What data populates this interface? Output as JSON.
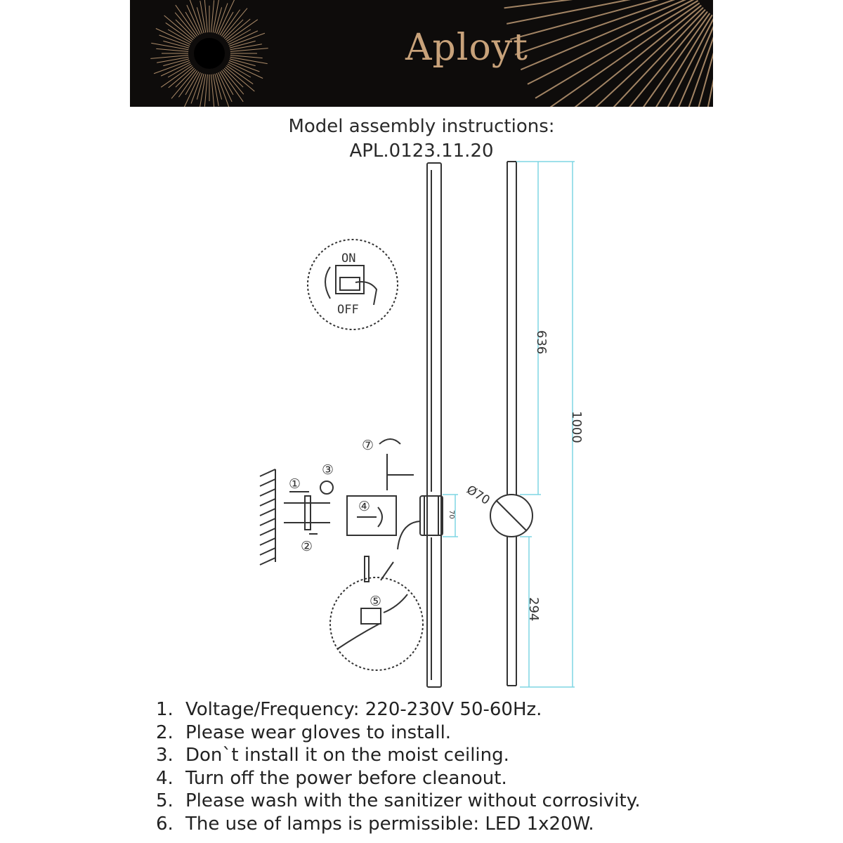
{
  "header": {
    "brand": "Aployt",
    "accent_color": "#c8a27a",
    "background_color": "#0e0c0b"
  },
  "title": {
    "line1": "Model assembly instructions:",
    "line2": "APL.0123.11.20"
  },
  "diagram": {
    "switch_on_label": "ON",
    "switch_off_label": "OFF",
    "dimensions": {
      "upper_length": "636",
      "total_length": "1000",
      "lower_length": "294",
      "diameter": "Ø70",
      "box_height": "70"
    },
    "steps": [
      "①",
      "②",
      "③",
      "④",
      "⑤",
      "⑦"
    ]
  },
  "instructions": [
    {
      "number": "1.",
      "text": "Voltage/Frequency: 220-230V 50-60Hz."
    },
    {
      "number": "2.",
      "text": "Please wear gloves to install."
    },
    {
      "number": "3.",
      "text": "Don`t install it on the moist ceiling."
    },
    {
      "number": "4.",
      "text": "Turn off the power before cleanout."
    },
    {
      "number": "5.",
      "text": "Please wash with the sanitizer without corrosivity."
    },
    {
      "number": "6.",
      "text": "The use of lamps is permissible: LED 1x20W."
    }
  ]
}
